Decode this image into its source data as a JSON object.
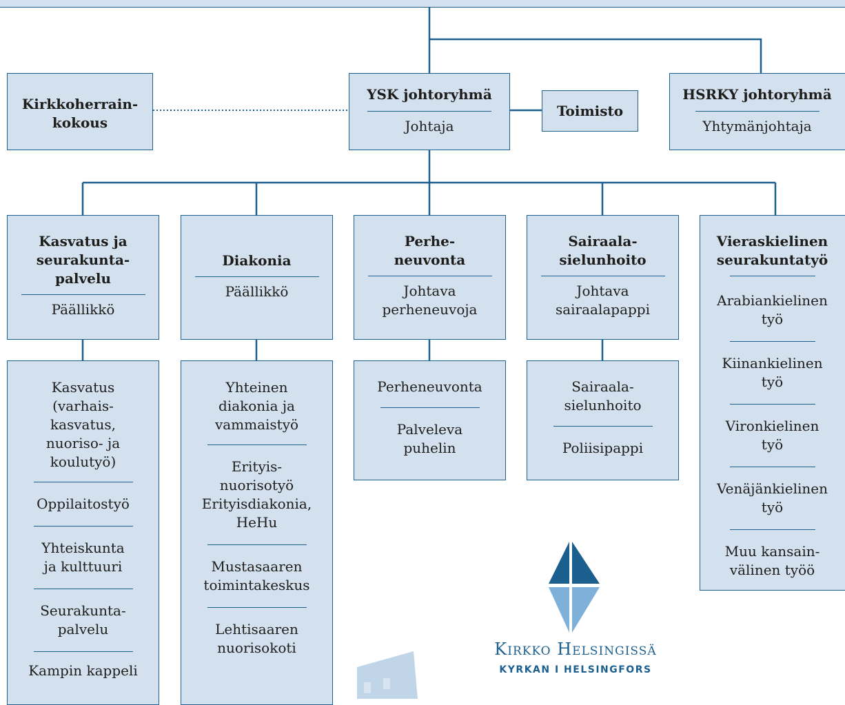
{
  "top_box": {
    "ysk": {
      "title": "YSK johtoryhmä",
      "role": "Johtaja"
    },
    "kirkkoherrainkokous": {
      "title": "Kirkkoherrain-\nkokous"
    },
    "toimisto": {
      "title": "Toimisto"
    },
    "hsrky": {
      "title": "HSRKY johtoryhmä",
      "role": "Yhtymänjohtaja"
    }
  },
  "units": [
    {
      "title": "Kasvatus ja\nseurakunta-\npalvelu",
      "role": "Päällikkö",
      "items": [
        "Kasvatus\n(varhais-\nkasvatus,\nnuoriso- ja\nkoulutyö)",
        "Oppilaitostyö",
        "Yhteiskunta\nja kulttuuri",
        "Seurakunta-\npalvelu",
        "Kampin kappeli"
      ]
    },
    {
      "title": "Diakonia",
      "role": "Päällikkö",
      "items": [
        "Yhteinen\ndiakonia ja\nvammaistyö",
        "Erityis-\nnuorisotyö\nErityisdiakonia,\nHeHu",
        "Mustasaaren\ntoimintakeskus",
        "Lehtisaaren\nnuorisokoti"
      ]
    },
    {
      "title": "Perhe-\nneuvonta",
      "role": "Johtava\nperheneuvoja",
      "items": [
        "Perheneuvonta",
        "Palveleva\npuhelin"
      ]
    },
    {
      "title": "Sairaala-\nsielunhoito",
      "role": "Johtava\nsairaalapappi",
      "items": [
        "Sairaala-\nsielunhoito",
        "Poliisipappi"
      ]
    },
    {
      "title": "Vieraskielinen\nseurakuntatyö",
      "items": [
        "Arabiankielinen\ntyö",
        "Kiinankielinen\ntyö",
        "Vironkielinen\ntyö",
        "Venäjänkielinen\ntyö",
        "Muu kansain-\nvälinen työö"
      ]
    }
  ],
  "logo": {
    "name": "Kirkko Helsingissä",
    "subtitle": "KYRKAN I HELSINGFORS"
  },
  "colors": {
    "box_fill": "#d3e0ee",
    "line": "#1b5f8f",
    "logo_dark": "#1b5f8f",
    "logo_light": "#7fb0d9"
  }
}
